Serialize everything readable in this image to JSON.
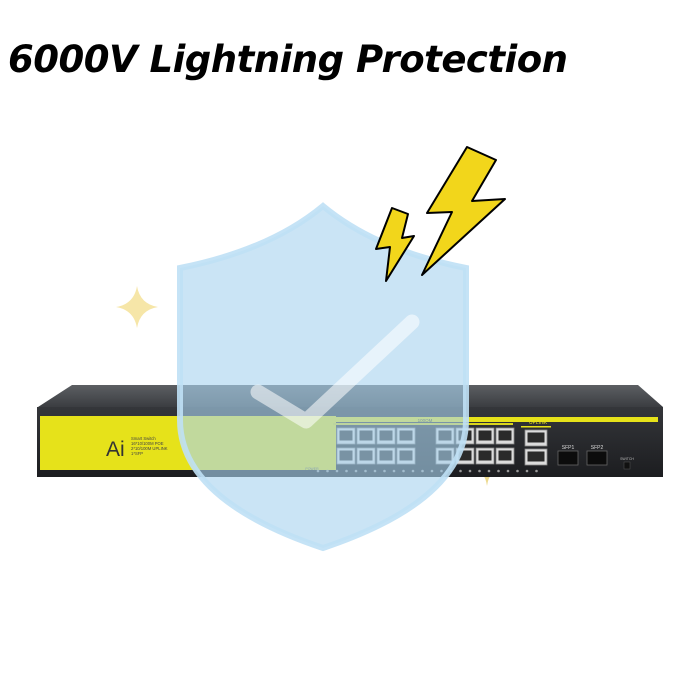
{
  "headline": "6000V Lightning Protection",
  "device": {
    "logo_text": "Ai",
    "spec_lines": [
      "Smart Switch",
      "16*10/100M POE",
      "2*10/100M UPLINK",
      "1*SFP"
    ],
    "group_label_poe": "100OM",
    "group_label_uplink": "UPLINK",
    "port_labels": [
      "SFP1",
      "SFP2"
    ],
    "power_label": "POWER",
    "switch_label": "SWITCH"
  },
  "colors": {
    "panel_yellow": "#e6e21a",
    "chassis": "#2a2b2e",
    "shield_fill": "#a9d3ef",
    "bolt_yellow": "#f2d61b",
    "sparkle": "#f6e6a8"
  }
}
